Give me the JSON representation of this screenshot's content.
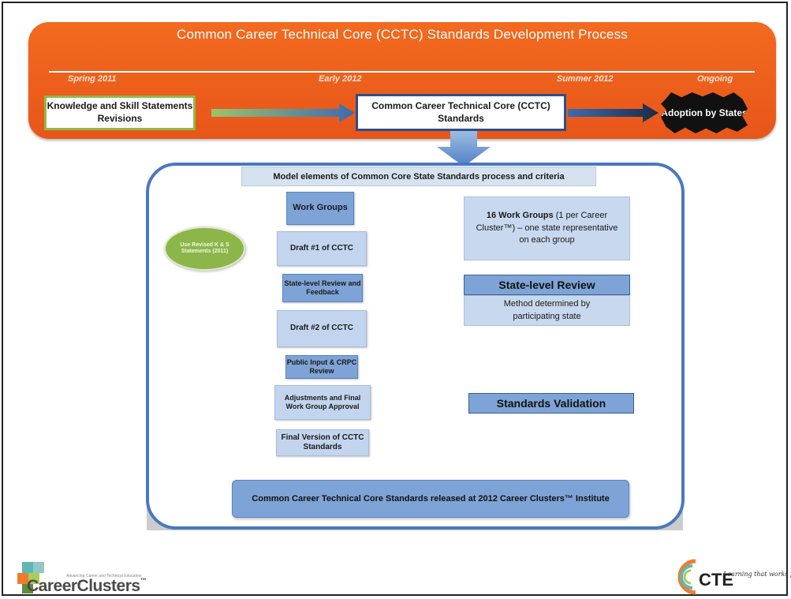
{
  "banner": {
    "title": "Common Career Technical Core (CCTC) Standards Development Process",
    "phases": [
      "Spring 2011",
      "Early 2012",
      "Summer 2012",
      "Ongoing"
    ],
    "step1": "Knowledge and Skill Statements Revisions",
    "step2": "Common Career Technical Core (CCTC) Standards",
    "step3": "Adoption by States"
  },
  "panel": {
    "header": "Model elements of Common Core State Standards process and criteria",
    "oval_label": "Use Revised K & S Statements (2011)",
    "flow": [
      "Work Groups",
      "Draft #1 of CCTC",
      "State-level Review and Feedback",
      "Draft #2 of CCTC",
      "Public Input & CRPC Review",
      "Adjustments and Final Work Group Approval",
      "Final Version of CCTC Standards"
    ],
    "work_groups_note_bold": "16 Work Groups",
    "work_groups_note_rest": " (1 per Career Cluster™) – one state representative on each group",
    "state_review_title": "State-level Review",
    "state_review_note": "Method determined by participating state",
    "validation_title": "Standards Validation",
    "release": "Common Career Technical Core Standards released at 2012 Career Clusters™ Institute"
  },
  "footer": {
    "cc_sub": "Advancing Career and Technical Education",
    "cc_name": "CareerClusters",
    "cc_tm": "™",
    "cte_name": "CTE",
    "cte_tagline": "Learning that works for America"
  },
  "colors": {
    "banner_orange": "#f26a1f",
    "flow_blue": "#c3d5ee",
    "flow_dark_blue": "#7ea3d6",
    "panel_border": "#4a78c0",
    "oval_green": "#8cb64a"
  }
}
